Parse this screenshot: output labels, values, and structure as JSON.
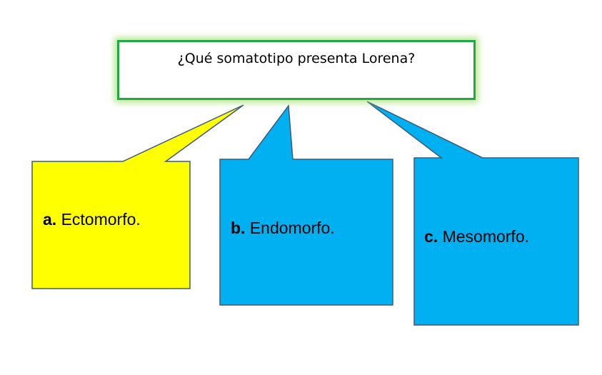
{
  "question": {
    "text": "¿Qué somatotipo presenta Lorena?"
  },
  "options": [
    {
      "letter": "a.",
      "text": " Ectomorfo.",
      "color": "#ffff00"
    },
    {
      "letter": "b.",
      "text": " Endomorfo.",
      "color": "#00b0f0"
    },
    {
      "letter": "c.",
      "text": " Mesomorfo.",
      "color": "#00b0f0"
    }
  ],
  "colors": {
    "question_border": "#1faa44",
    "callout_stroke": "#3c5a7a"
  }
}
